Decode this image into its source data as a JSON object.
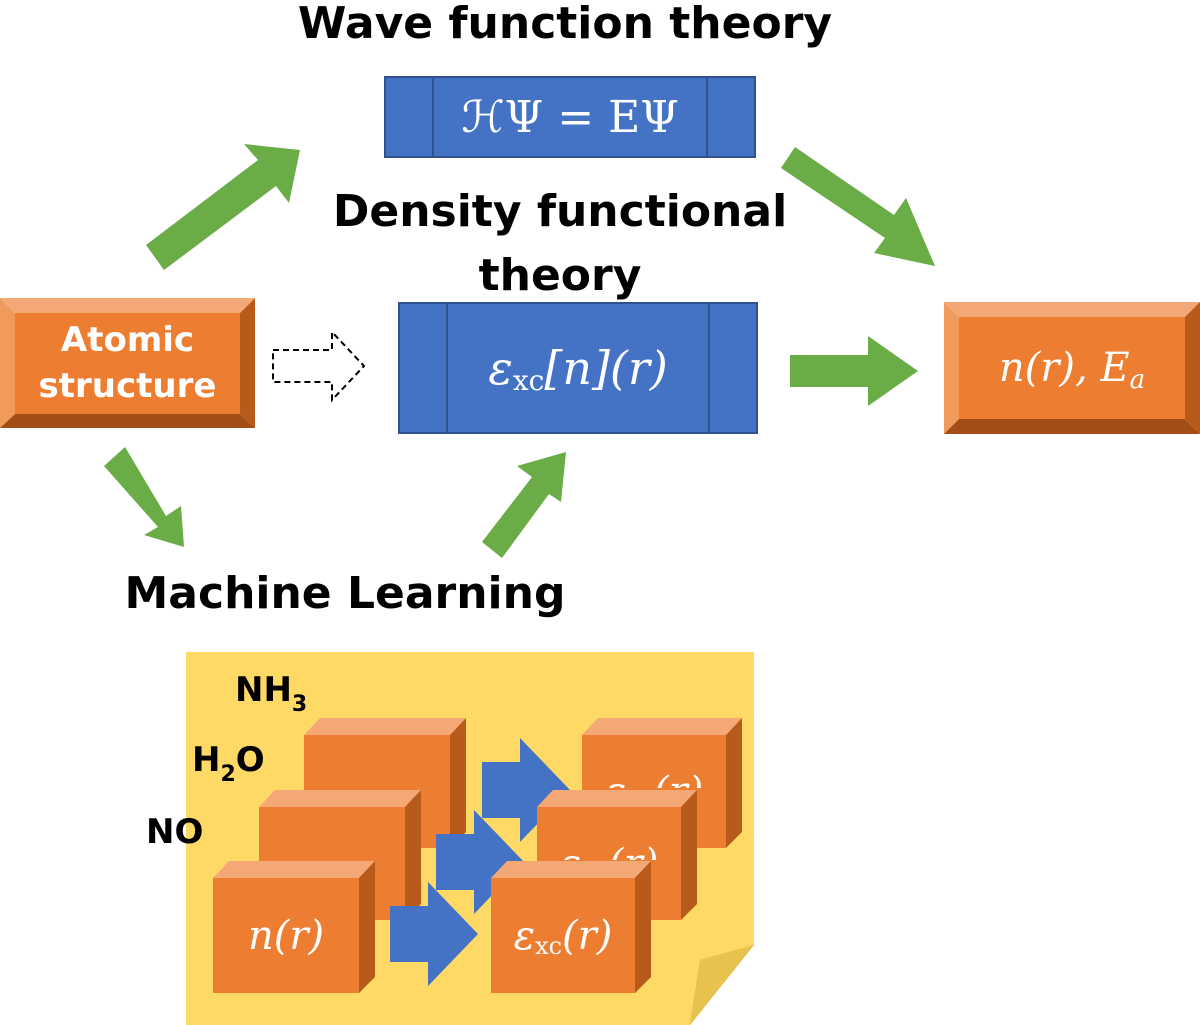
{
  "titles": {
    "wave_function_theory": "Wave function theory",
    "dft_line1": "Density functional",
    "dft_line2": "theory",
    "machine_learning": "Machine Learning"
  },
  "boxes": {
    "schrodinger": "ℋΨ = EΨ",
    "exc_functional_main": "ε",
    "exc_functional_sub": "xc",
    "exc_functional_rest": "[n](r)",
    "atomic_structure_line1": "Atomic",
    "atomic_structure_line2": "structure",
    "output": "n(r), E",
    "output_sub": "a"
  },
  "ml_panel": {
    "molecules": [
      "NH3",
      "H2O",
      "NO"
    ],
    "input_cube_label": "n(r)",
    "output_cube_label_main": "ε",
    "output_cube_label_sub": "xc",
    "output_cube_label_rest": "(r)"
  },
  "colors": {
    "green_arrow": "#6aac46",
    "blue_box": "#4472c4",
    "orange_box": "#ed7d31",
    "note_yellow": "#ffd966"
  }
}
